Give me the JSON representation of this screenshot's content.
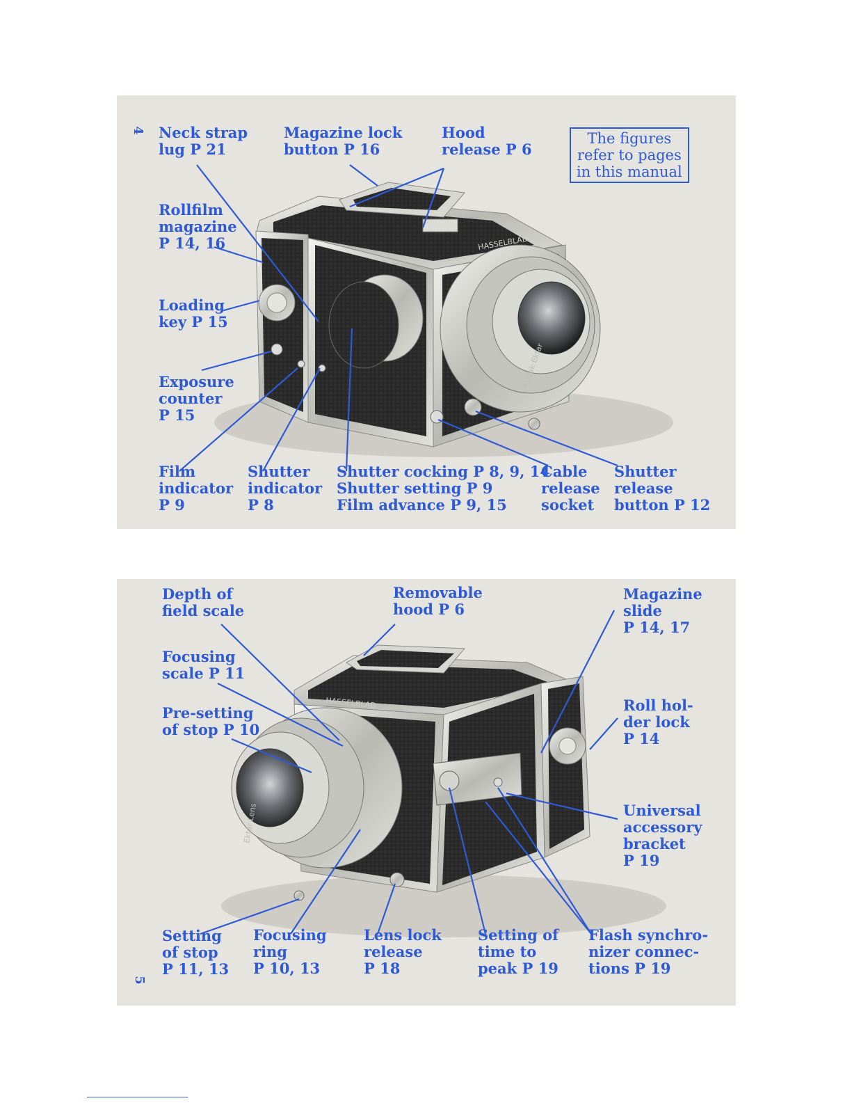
{
  "page_top": {
    "page_number": "4",
    "note": "The figures\nrefer to pages\nin this manual",
    "labels": {
      "neck_strap": "Neck strap\nlug P 21",
      "magazine_lock": "Magazine lock\nbutton P 16",
      "hood_release": "Hood\nrelease P 6",
      "rollfilm": "Rollfilm\nmagazine\nP 14, 16",
      "loading_key": "Loading\nkey P 15",
      "exposure_counter": "Exposure\ncounter\nP 15",
      "film_indicator": "Film\nindicator\nP 9",
      "shutter_indicator": "Shutter\nindicator\nP 8",
      "shutter_cocking": "Shutter cocking P 8, 9, 14\nShutter setting P 9\nFilm advance P 9, 15",
      "cable_release": "Cable\nrelease\nsocket",
      "shutter_release": "Shutter\nrelease\nbutton P 12"
    },
    "camera_text": {
      "brand": "HASSELBLAD",
      "lens": "Kodak Ektar"
    }
  },
  "page_bottom": {
    "page_number": "5",
    "labels": {
      "depth_of_field": "Depth of\nfield scale",
      "removable_hood": "Removable\nhood P 6",
      "magazine_slide": "Magazine\nslide\nP 14, 17",
      "focusing_scale": "Focusing\nscale P 11",
      "presetting": "Pre-setting\nof stop P 10",
      "roll_holder": "Roll hol-\nder lock\nP 14",
      "universal_bracket": "Universal\naccessory\nbracket\nP 19",
      "setting_of_stop": "Setting\nof stop\nP 11, 13",
      "focusing_ring": "Focusing\nring\nP 10, 13",
      "lens_lock": "Lens lock\nrelease\nP 18",
      "time_to_peak": "Setting of\ntime to\npeak P 19",
      "flash_sync": "Flash synchro-\nnizer connec-\ntions P 19"
    },
    "camera_text": {
      "brand": "HASSELBLAD",
      "lens": "Ektar Lens"
    }
  },
  "colors": {
    "label_blue": "#2f5ad6",
    "panel_bg": "#e6e4de",
    "leather": "#2a2a2a",
    "chrome": "#c9c9c4"
  }
}
